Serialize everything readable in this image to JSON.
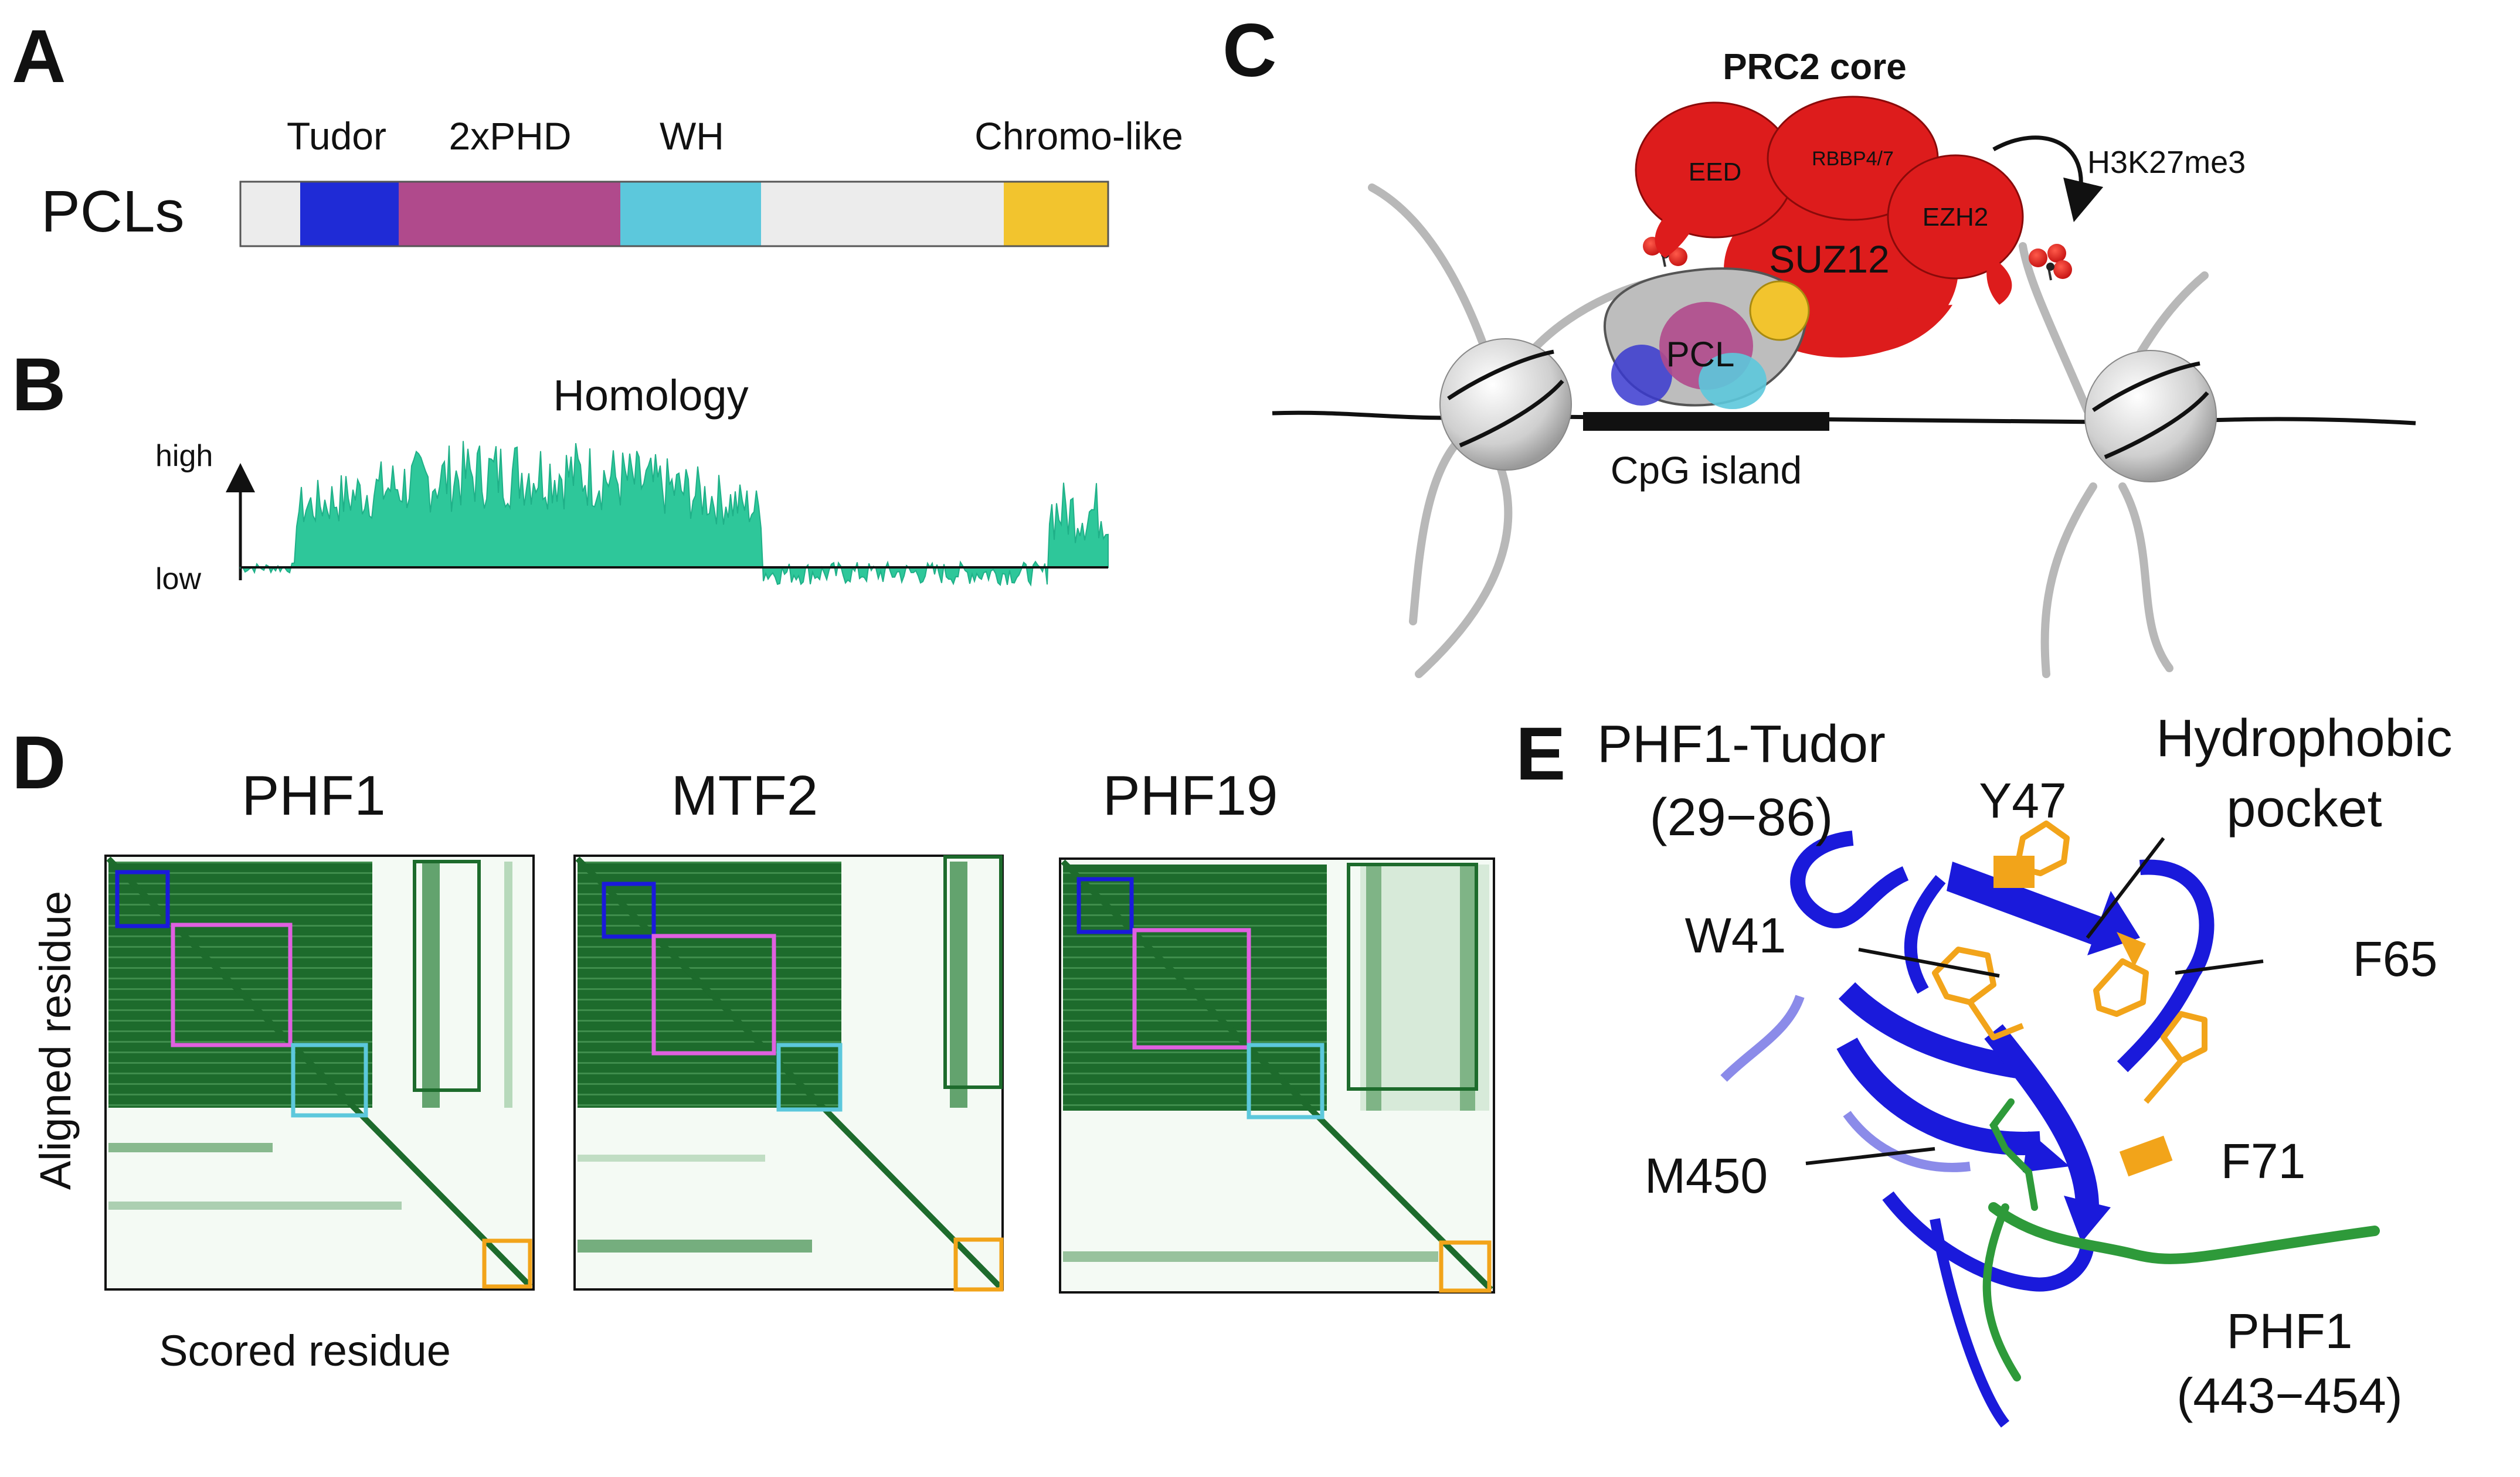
{
  "panels": {
    "A": {
      "letter": "A",
      "row_label": "PCLs",
      "domains": [
        {
          "label": "Tudor",
          "color": "#1f2bd6"
        },
        {
          "label": "2xPHD",
          "color": "#b04a8c"
        },
        {
          "label": "WH",
          "color": "#5cc8dc"
        },
        {
          "label": "Chromo-like",
          "color": "#f2c42e"
        }
      ]
    },
    "B": {
      "letter": "B",
      "title": "Homology",
      "high_label": "high",
      "low_label": "low",
      "fill_color": "#2ec79a"
    },
    "C": {
      "letter": "C",
      "prc2_label": "PRC2 core",
      "subunits": {
        "eed": "EED",
        "rbbp": "RBBP4/7",
        "ezh2": "EZH2",
        "suz12": "SUZ12"
      },
      "pcl_label": "PCL",
      "mark_label": "H3K27me3",
      "dna_label": "CpG island",
      "complex_color": "#dd1c1c"
    },
    "D": {
      "letter": "D",
      "maps": [
        {
          "title": "PHF1"
        },
        {
          "title": "MTF2"
        },
        {
          "title": "PHF19"
        }
      ],
      "ylabel": "Aligned residue",
      "xlabel": "Scored residue"
    },
    "E": {
      "letter": "E",
      "domain_label": "PHF1-Tudor",
      "domain_range": "(29−86)",
      "pocket_line1": "Hydrophobic",
      "pocket_line2": "pocket",
      "residues": {
        "y47": "Y47",
        "w41": "W41",
        "f65": "F65",
        "f71": "F71",
        "m450": "M450"
      },
      "peptide_label": "PHF1",
      "peptide_range": "(443−454)",
      "domain_color": "#1a1adb",
      "residue_color": "#f2a41a",
      "peptide_color": "#2e9a3a"
    }
  }
}
